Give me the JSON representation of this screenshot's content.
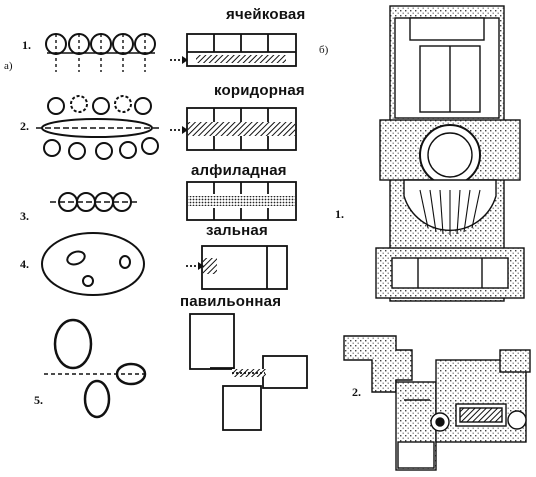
{
  "panel_labels": {
    "a": "а)",
    "b": "б)"
  },
  "schemes": [
    {
      "number": "1.",
      "title": "ячейковая"
    },
    {
      "number": "2.",
      "title": "коридорная"
    },
    {
      "number": "3.",
      "title": "алфиладная"
    },
    {
      "number": "4.",
      "title": "зальная"
    },
    {
      "number": "5.",
      "title": "павильонная"
    }
  ],
  "plans": [
    {
      "number": "1."
    },
    {
      "number": "2."
    }
  ]
}
